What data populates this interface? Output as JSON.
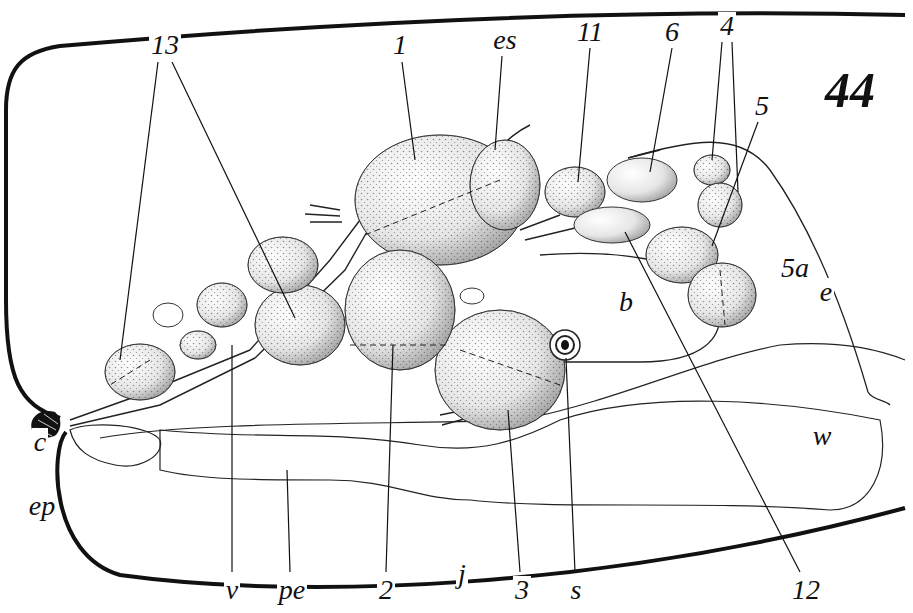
{
  "diagram": {
    "labels": [
      "13",
      "1",
      "es",
      "11",
      "6",
      "4",
      "44",
      "5",
      "5a",
      "e",
      "b",
      "w",
      "c",
      "ep",
      "v",
      "pe",
      "2",
      "j",
      "3",
      "s",
      "12"
    ]
  }
}
